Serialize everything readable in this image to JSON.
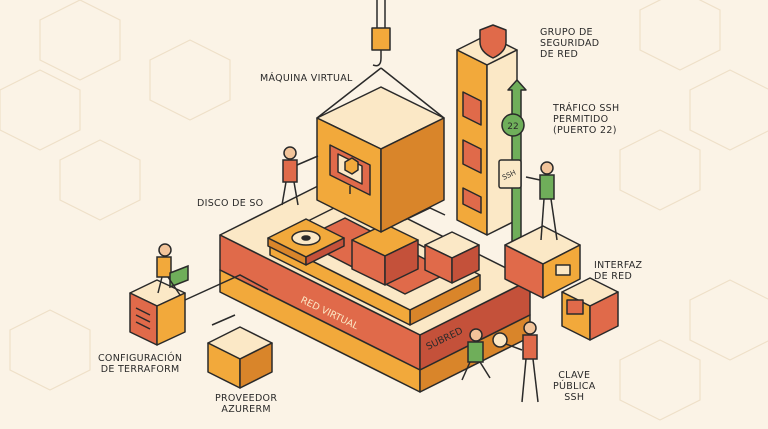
{
  "palette": {
    "background": "#FBF3E6",
    "orange": "#F2A93B",
    "orange_dark": "#D9852A",
    "red": "#E06A4A",
    "red_dark": "#C4513A",
    "cream": "#FBE8C6",
    "green": "#6FAE5A",
    "ink": "#2A2A2A"
  },
  "labels": {
    "vm": [
      "MÁQUINA VIRTUAL"
    ],
    "nsg": [
      "GRUPO DE",
      "SEGURIDAD",
      "DE RED"
    ],
    "ssh_traffic": [
      "TRÁFICO SSH",
      "PERMITIDO",
      "(PUERTO 22)"
    ],
    "os_disk": [
      "DISCO DE SO"
    ],
    "nic": [
      "INTERFAZ",
      "DE RED"
    ],
    "vnet": [
      "RED VIRTUAL"
    ],
    "subnet": [
      "SUBRED"
    ],
    "terraform": [
      "CONFIGURACIÓN",
      "DE TERRAFORM"
    ],
    "provider": [
      "PROVEEDOR",
      "AZURERM"
    ],
    "ssh_key": [
      "CLAVE",
      "PÚBLICA",
      "SSH"
    ]
  },
  "tower_marks": {
    "port": "22",
    "ssh": "SSH"
  },
  "icons": [
    "shield-icon",
    "crane-hook-icon",
    "monitor-icon",
    "disk-icon",
    "key-icon",
    "laptop-icon",
    "document-icon"
  ]
}
